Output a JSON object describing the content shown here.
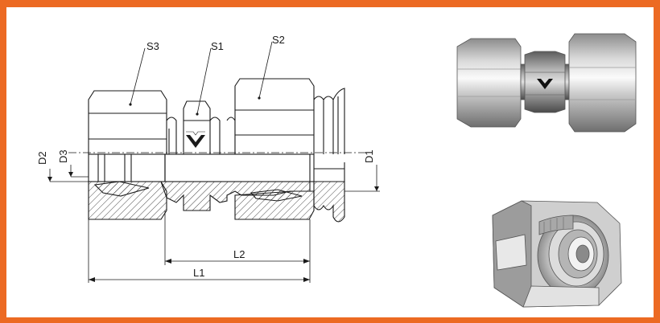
{
  "labels": {
    "s1": "S1",
    "s2": "S2",
    "s3": "S3",
    "d1": "D1",
    "d2": "D2",
    "d3": "D3",
    "l1": "L1",
    "l2": "L2"
  },
  "colors": {
    "frame": "#ec6a23",
    "line": "#1a1a1a",
    "steel_light": "#e6e6e6",
    "steel_dark": "#7a7a7a"
  },
  "icons": {
    "check_mark": "v-check-icon"
  }
}
